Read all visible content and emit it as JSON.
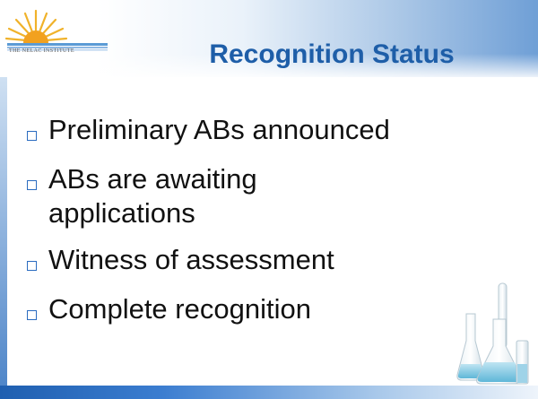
{
  "logo": {
    "caption": "THE NELAC INSTITUTE"
  },
  "title": "Recognition Status",
  "bullets": [
    "Preliminary ABs announced",
    "ABs are awaiting applications",
    "Witness of assessment",
    "Complete recognition"
  ],
  "colors": {
    "title": "#1e5ea8",
    "bullet_box": "#2b6cc0",
    "accent_blue": "#1f5fb0"
  },
  "icons": [
    "sunrise-logo-icon",
    "lab-flasks-icon",
    "square-bullet-icon"
  ]
}
